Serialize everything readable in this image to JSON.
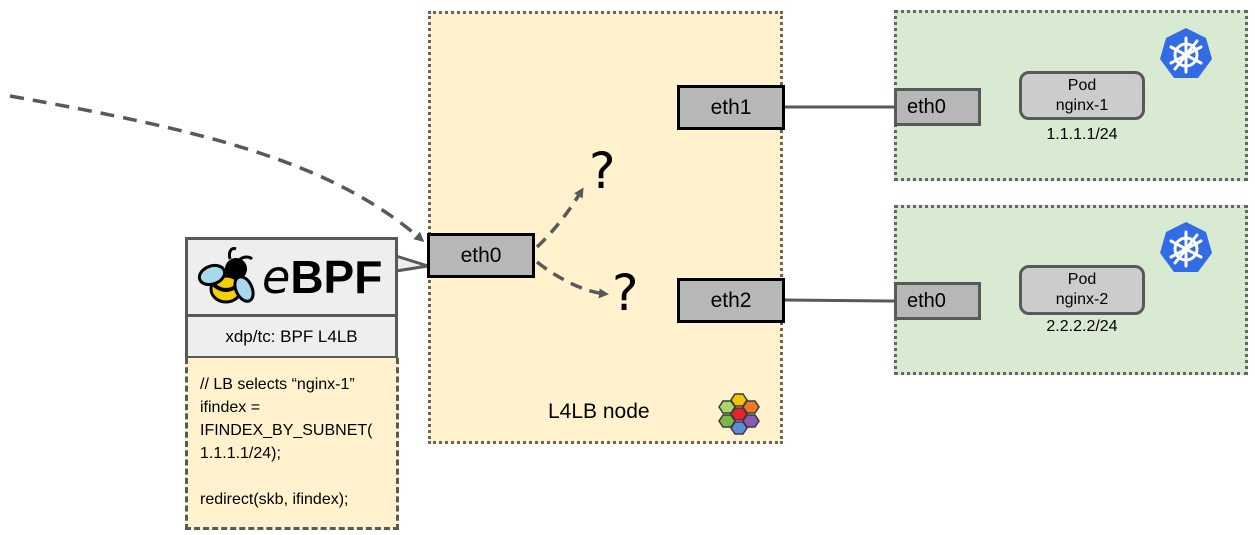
{
  "l4lb_node": {
    "label": "L4LB node",
    "interfaces": {
      "eth0": "eth0",
      "eth1": "eth1",
      "eth2": "eth2"
    },
    "decision_marks": [
      "?",
      "?"
    ]
  },
  "pods": [
    {
      "kind": "Pod",
      "name": "nginx-1",
      "ip": "1.1.1.1/24",
      "iface": "eth0",
      "connected_to": "eth1"
    },
    {
      "kind": "Pod",
      "name": "nginx-2",
      "ip": "2.2.2.2/24",
      "iface": "eth0",
      "connected_to": "eth2"
    }
  ],
  "ebpf": {
    "wordmark_prefix": "e",
    "wordmark_suffix": "BPF",
    "program_label": "xdp/tc: BPF L4LB",
    "code": "// LB selects “nginx-1”\nifindex =\nIFINDEX_BY_SUBNET(\n1.1.1.1/24);\n\nredirect(skb, ifindex);"
  },
  "icons": {
    "kubernetes": "kubernetes-helm-icon",
    "cilium": "cilium-hexagon-icon",
    "ebpf_bee": "ebpf-bee-icon"
  },
  "colors": {
    "node_bg": "#fff2cc",
    "host_bg": "#d9ead3",
    "iface_bg": "#b7b7b7",
    "pod_bg": "#cccccc",
    "k8s_blue": "#326ce5",
    "arrow": "#595959"
  }
}
